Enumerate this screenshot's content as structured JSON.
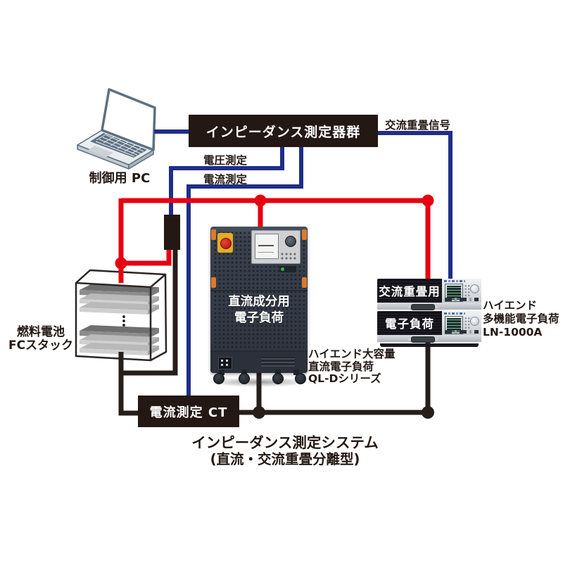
{
  "diagram": {
    "title_line1": "インピーダンス測定システム",
    "title_line2": "(直流・交流重畳分離型)",
    "colors": {
      "wire_red": "#e60012",
      "wire_blue": "#1f2e87",
      "wire_black": "#251e1b",
      "label_box_bg": "#231813",
      "label_box_text": "#ffffff"
    },
    "pc": {
      "label": "制御用 PC"
    },
    "impedance_group": {
      "label": "インピーダンス測定器群"
    },
    "signals": {
      "ac_superimpose": "交流重畳信号",
      "voltage_measure": "電圧測定",
      "current_measure": "電流測定"
    },
    "fuel_cell": {
      "label_line1": "燃料電池",
      "label_line2": "FCスタック"
    },
    "dc_load": {
      "front_label_line1": "直流成分用",
      "front_label_line2": "電子負荷",
      "caption_line1": "ハイエンド大容量",
      "caption_line2": "直流電子負荷",
      "caption_line3": "QL-Dシリーズ"
    },
    "ac_load": {
      "unit_top_label": "交流重畳用",
      "unit_bottom_label": "電子負荷",
      "caption_line1": "ハイエンド",
      "caption_line2": "多機能電子負荷",
      "caption_line3": "LN-1000A"
    },
    "ct": {
      "label": "電流測定 CT"
    }
  }
}
